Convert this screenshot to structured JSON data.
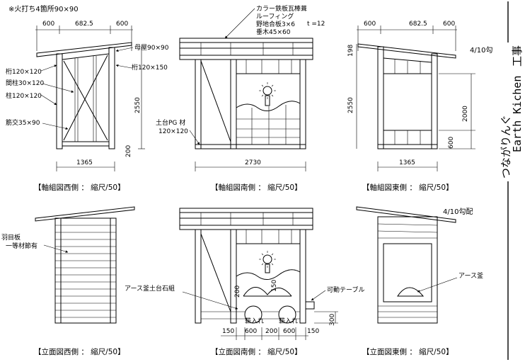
{
  "sheet": {
    "title_jp": "つながりんぐ",
    "title_en": "Earth Kichen",
    "title_suffix": "工事"
  },
  "notes": {
    "fire_marks": "※火打ち4箇所90×90",
    "roofing": [
      "カラー鉄板瓦棒葺",
      "ルーフィング",
      "野地合板3×6",
      "垂木45×60"
    ],
    "thickness": "t =12",
    "slope_top": "4/10勾",
    "slope_bottom": "4/10勾配"
  },
  "west_frame": {
    "caption": "【軸組図西側 ： 縮尺/50】",
    "dims_top": [
      "600",
      "682.5",
      "600"
    ],
    "height": "2550",
    "base": "200",
    "width": "1365",
    "labels": {
      "moya": "母屋90×90",
      "keta_left": "桁120×120",
      "keta_right": "桁120×150",
      "mabashira": "間柱30×120",
      "hashira": "柱120×120",
      "sujikai": "筋交35×90"
    }
  },
  "south_frame": {
    "caption": "【軸組図南側 ： 縮尺/50】",
    "sill": [
      "土台PG 材",
      "120×120"
    ],
    "width": "2730"
  },
  "east_frame": {
    "caption": "【軸組図東側 ： 縮尺/50】",
    "dims_top": [
      "600",
      "682.5",
      "600"
    ],
    "rise": "198",
    "height": "2550",
    "opening": "2000",
    "sill_h": "600",
    "width": "1365"
  },
  "west_elev": {
    "caption": "【立面図西側 ： 縮尺/50】",
    "siding": [
      "羽目板",
      "一等材節有"
    ]
  },
  "south_elev": {
    "caption": "【立面図南側 ： 縮尺/50】",
    "stove_base": "アース釜土台石組",
    "table": "可動テーブル",
    "dim_200": "200",
    "dim_150_inner": "150",
    "dims_bottom": [
      "150",
      "600",
      "200",
      "600",
      "150"
    ],
    "dim_300": "300",
    "feed": [
      "薪入れ",
      "薪入れ"
    ]
  },
  "east_elev": {
    "caption": "【立面図東側 ： 縮尺/50】",
    "stove": "アース釜"
  }
}
